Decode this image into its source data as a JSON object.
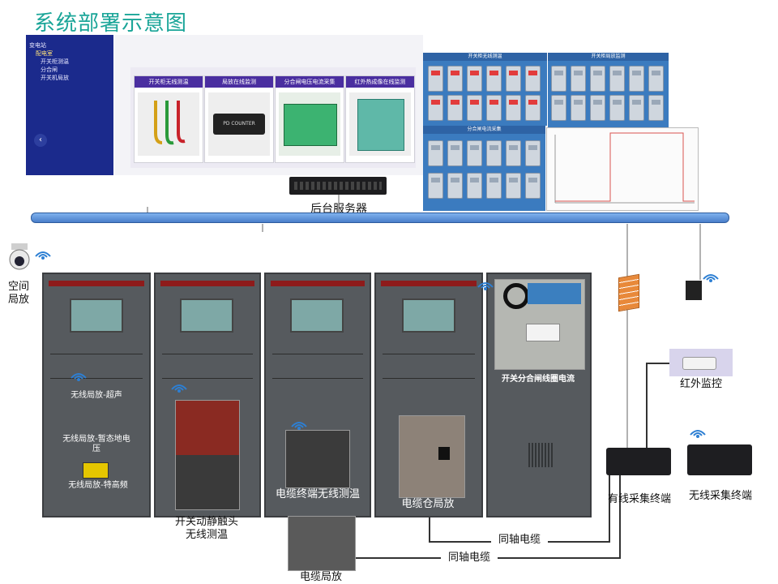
{
  "title": "系统部署示意图",
  "nav": {
    "root": "变电站",
    "sub": "配电室",
    "items": [
      "开关柜测温",
      "分合闸",
      "开关机局放"
    ]
  },
  "app": {
    "cards": [
      "开关柜无线测温",
      "局放在线监测",
      "分合闸电压电流采集",
      "红外热成像在线监测"
    ]
  },
  "dashboards": {
    "d1_title": "开关柜无线测温",
    "d2_title": "开关柜局放监测",
    "d3_title": "分合闸电流采集"
  },
  "labels": {
    "server": "后台服务器",
    "space_pd": "空间局放",
    "wireless_pd_ultra": "无线局放-超声",
    "wireless_pd_tev": "无线局放-暂态地电压",
    "wireless_pd_uhf": "无线局放-特高频",
    "switch_contact_temp": "开关动静触头无线测温",
    "cable_end_temp": "电缆终端无线测温",
    "cable_room_pd": "电缆仓局放",
    "coil_current": "开关分合闸线圈电流",
    "cable_pd": "电缆局放",
    "coax1": "同轴电缆",
    "coax2": "同轴电缆",
    "ir_monitor": "红外监控",
    "wired_terminal": "有线采集终端",
    "wireless_terminal": "无线采集终端",
    "pd_counter": "PD COUNTER"
  },
  "colors": {
    "title": "#1aa598",
    "bus": "#5b8fd6",
    "cabinet": "#565a5e",
    "cabinet_top": "#8e1b1b",
    "window": "#7ea8a6",
    "nav": "#1b2a8c",
    "dash": "#3b7bbf"
  }
}
